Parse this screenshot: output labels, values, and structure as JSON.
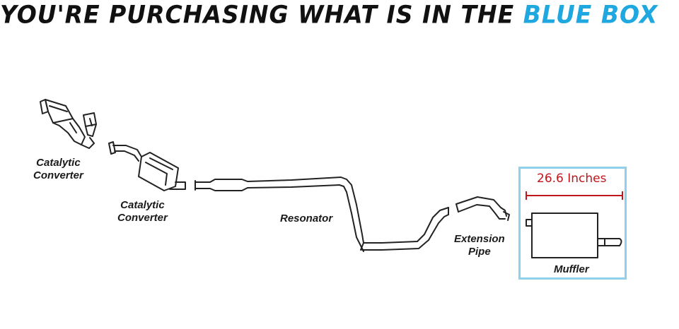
{
  "headline": {
    "prefix": "YOU'RE PURCHASING WHAT IS IN THE",
    "accent": "BLUE BOX",
    "accent_color": "#1fa8e0"
  },
  "parts": {
    "cat1_line1": "Catalytic",
    "cat1_line2": "Converter",
    "cat2_line1": "Catalytic",
    "cat2_line2": "Converter",
    "resonator": "Resonator",
    "ext_line1": "Extension",
    "ext_line2": "Pipe",
    "muffler": "Muffler"
  },
  "highlight": {
    "measurement": "26.6 Inches",
    "border_color": "#8fd0ea",
    "measurement_color": "#c0161c"
  }
}
